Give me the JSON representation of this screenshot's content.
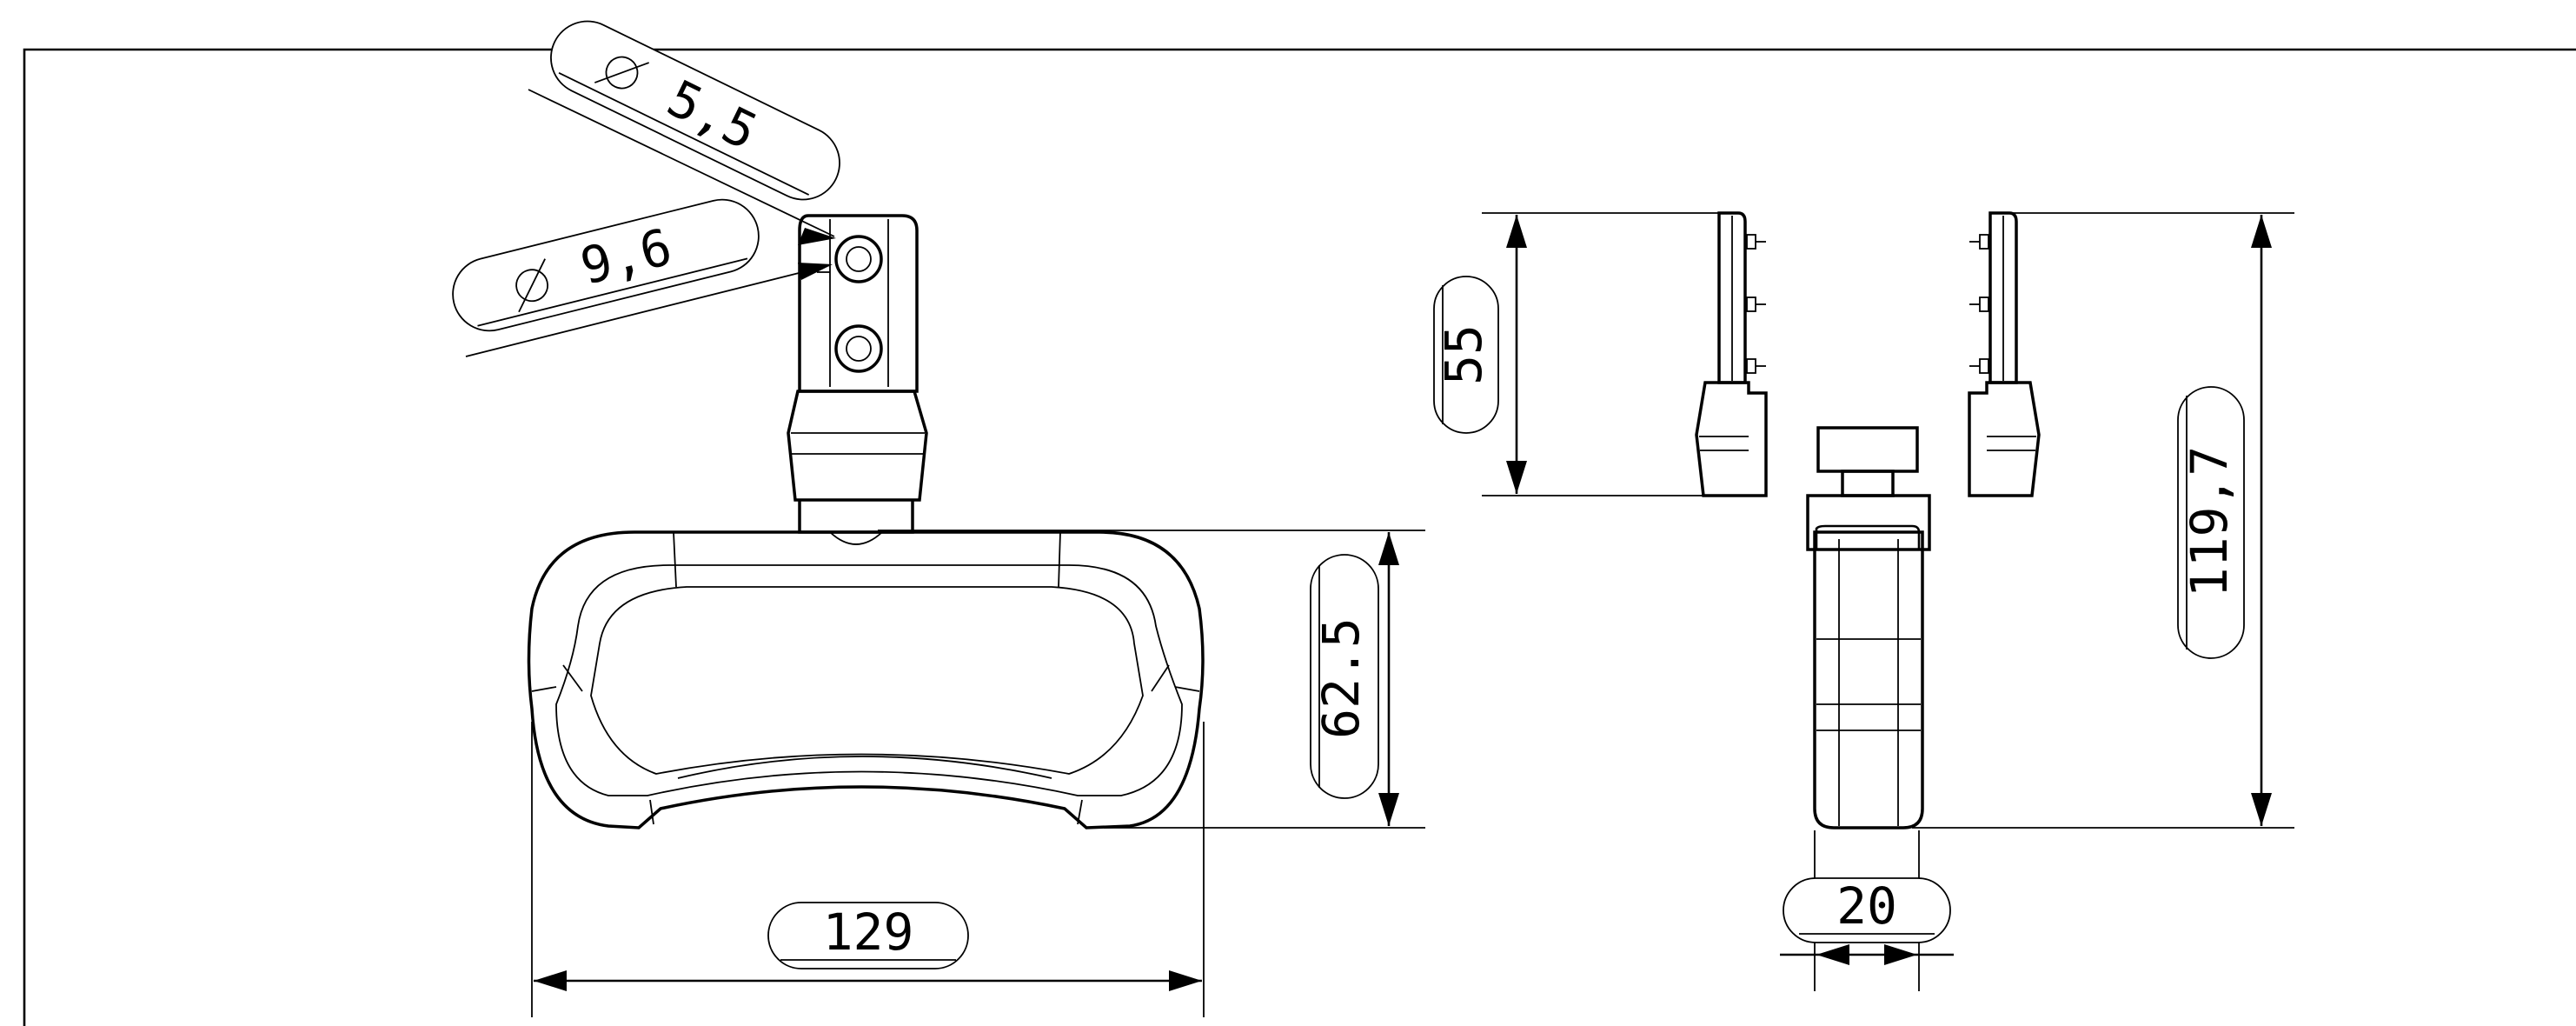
{
  "drawing": {
    "dimensions": {
      "hole_small": "5,5",
      "hole_large": "9,6",
      "height_front": "62.5",
      "width_front": "129",
      "height_side_top": "55",
      "height_side_total": "119,7",
      "thickness_side": "20"
    },
    "symbols": {
      "diameter": "diameter-symbol"
    }
  }
}
